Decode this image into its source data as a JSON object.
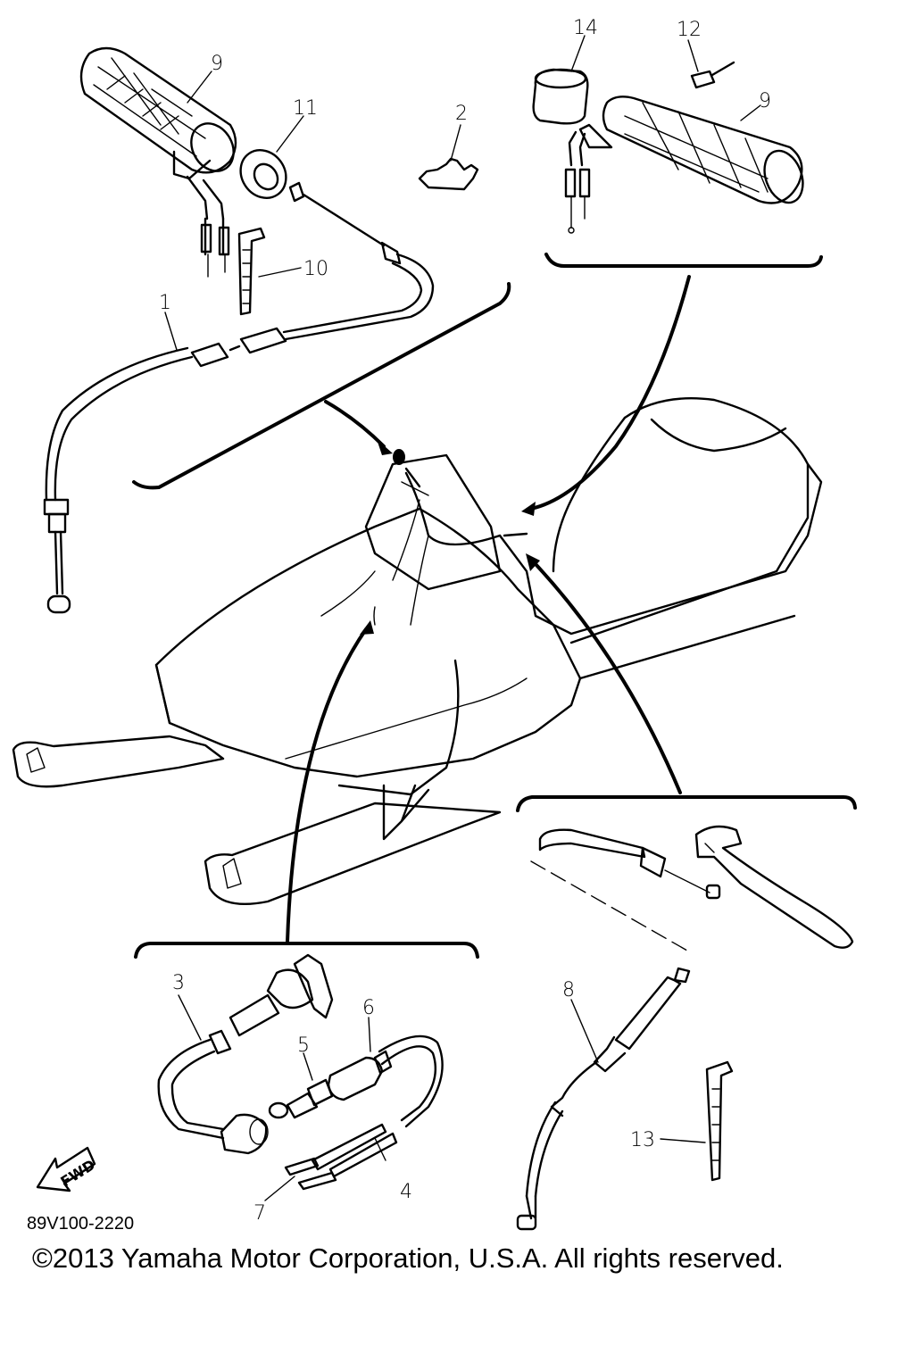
{
  "diagram": {
    "callouts": {
      "c1": "1",
      "c2": "2",
      "c3": "3",
      "c4": "4",
      "c5": "5",
      "c6": "6",
      "c7": "7",
      "c8": "8",
      "c9_left": "9",
      "c9_right": "9",
      "c10": "10",
      "c11": "11",
      "c12": "12",
      "c13": "13",
      "c14": "14"
    },
    "fwd_label": "FWD",
    "drawing_code": "89V100-2220",
    "copyright": "©2013 Yamaha Motor Corporation, U.S.A. All rights reserved."
  }
}
